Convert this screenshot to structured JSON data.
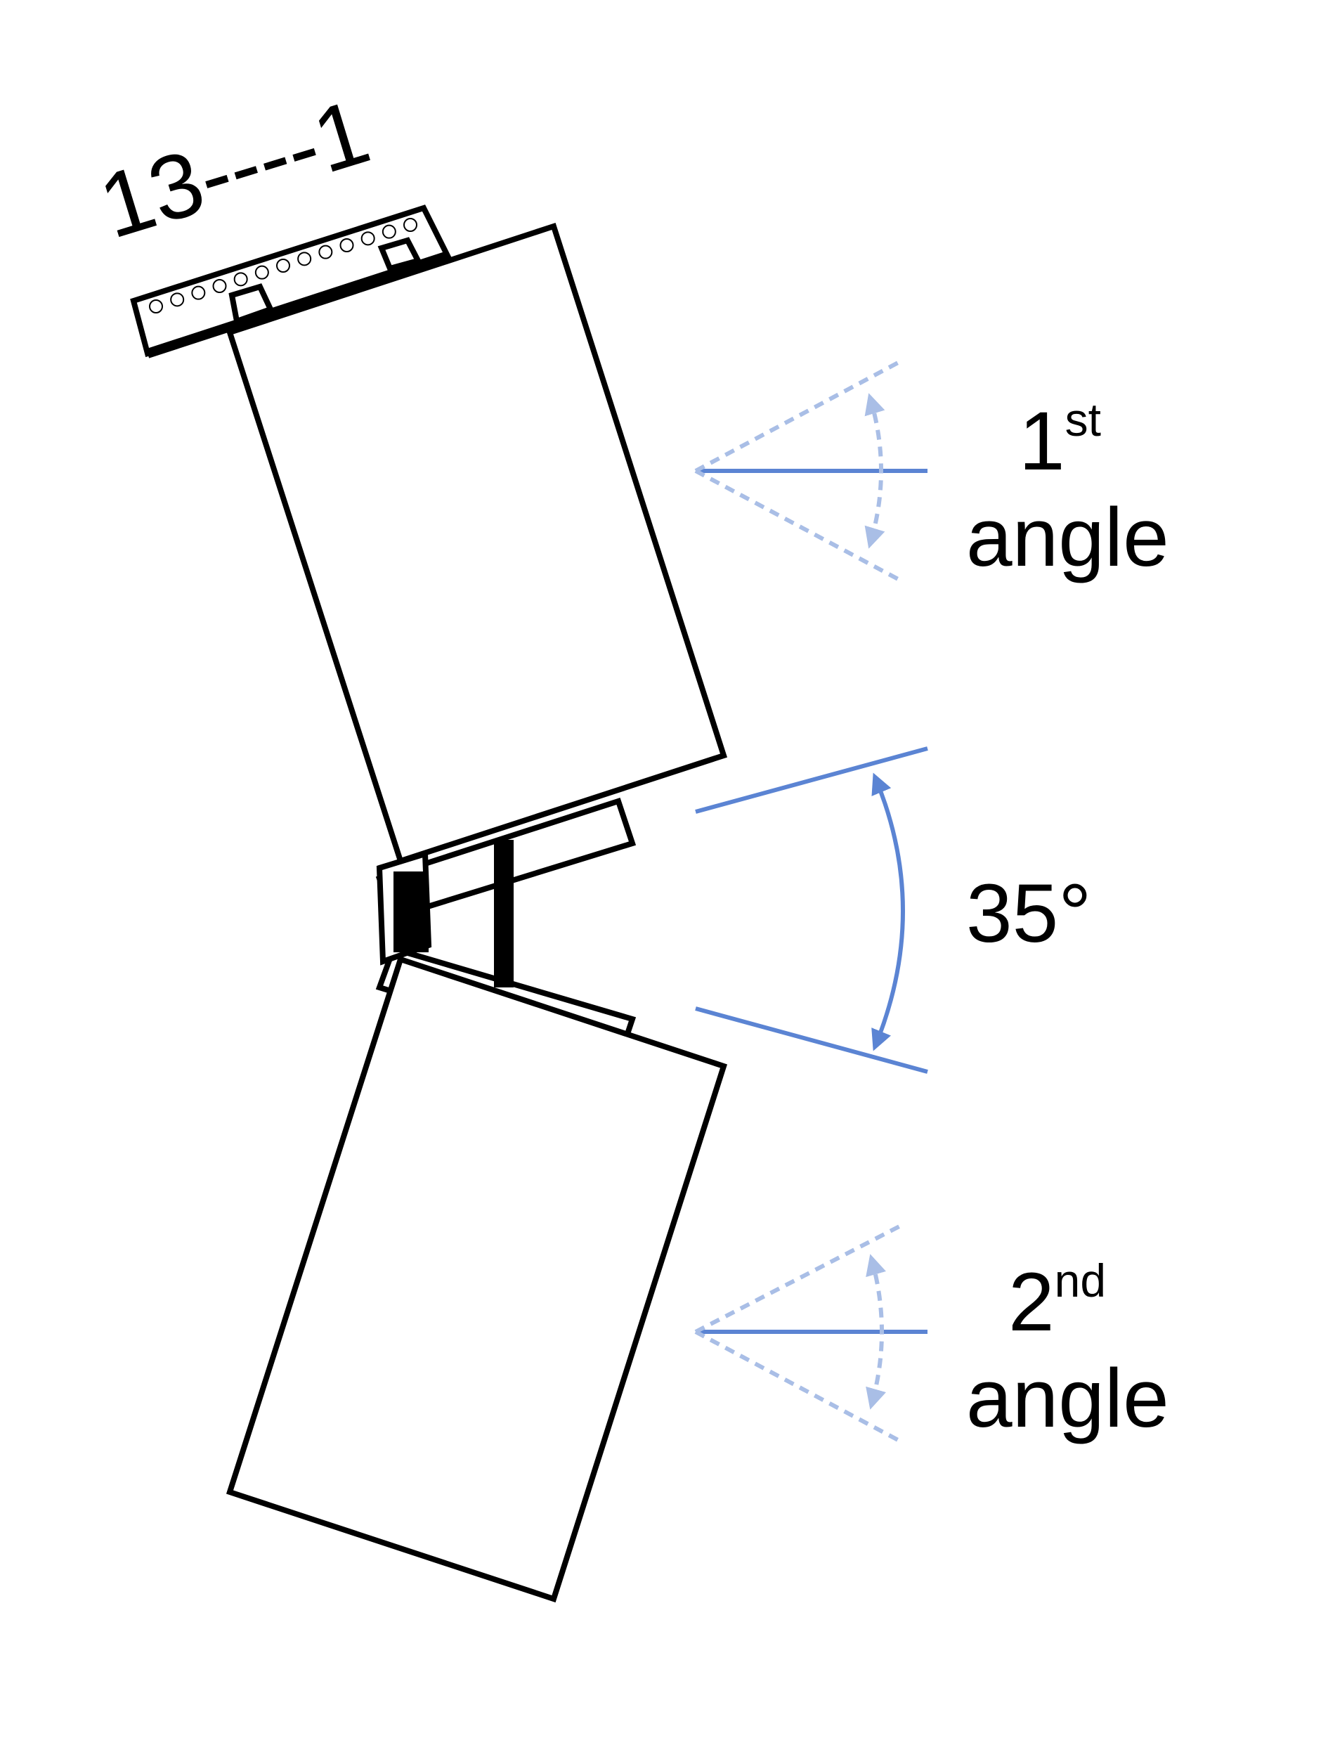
{
  "labels": {
    "electrode_range": "13----1",
    "first_number": "1",
    "first_suffix": "st",
    "first_word": "angle",
    "bend_angle": "35°",
    "second_number": "2",
    "second_suffix": "nd",
    "second_word": "angle"
  },
  "electrode_count": 13,
  "colors": {
    "outline": "#000000",
    "accent": "#5b84d3",
    "accent_light": "#a9bee6"
  }
}
